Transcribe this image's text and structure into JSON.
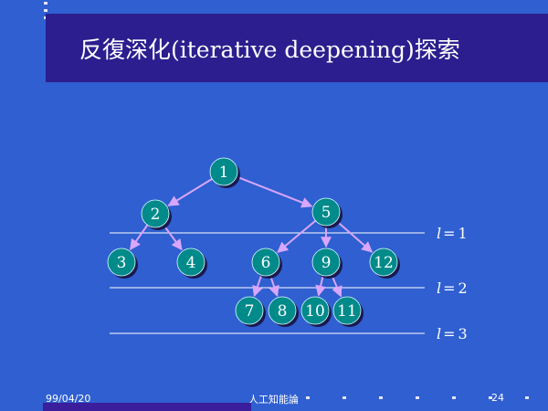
{
  "slide": {
    "title": "反復深化(iterative deepening)探索",
    "footer_date": "99/04/20",
    "footer_center": "人工知能論",
    "page_number": "24"
  },
  "colors": {
    "background": "#2f5fd0",
    "title_bar": "#2c1e8e",
    "node_fill": "#008a8a",
    "node_shadow": "#1a1a50",
    "edge": "#d9a6ff",
    "level_line": "#ffffff"
  },
  "tree": {
    "nodes": [
      "1",
      "2",
      "5",
      "3",
      "4",
      "6",
      "9",
      "12",
      "7",
      "8",
      "10",
      "11"
    ],
    "edges": [
      [
        "1",
        "2"
      ],
      [
        "1",
        "5"
      ],
      [
        "2",
        "3"
      ],
      [
        "2",
        "4"
      ],
      [
        "5",
        "6"
      ],
      [
        "5",
        "9"
      ],
      [
        "5",
        "12"
      ],
      [
        "6",
        "7"
      ],
      [
        "6",
        "8"
      ],
      [
        "9",
        "10"
      ],
      [
        "9",
        "11"
      ]
    ]
  },
  "levels": [
    {
      "var": "l",
      "op": "=",
      "value": "1"
    },
    {
      "var": "l",
      "op": "=",
      "value": "2"
    },
    {
      "var": "l",
      "op": "=",
      "value": "3"
    }
  ]
}
